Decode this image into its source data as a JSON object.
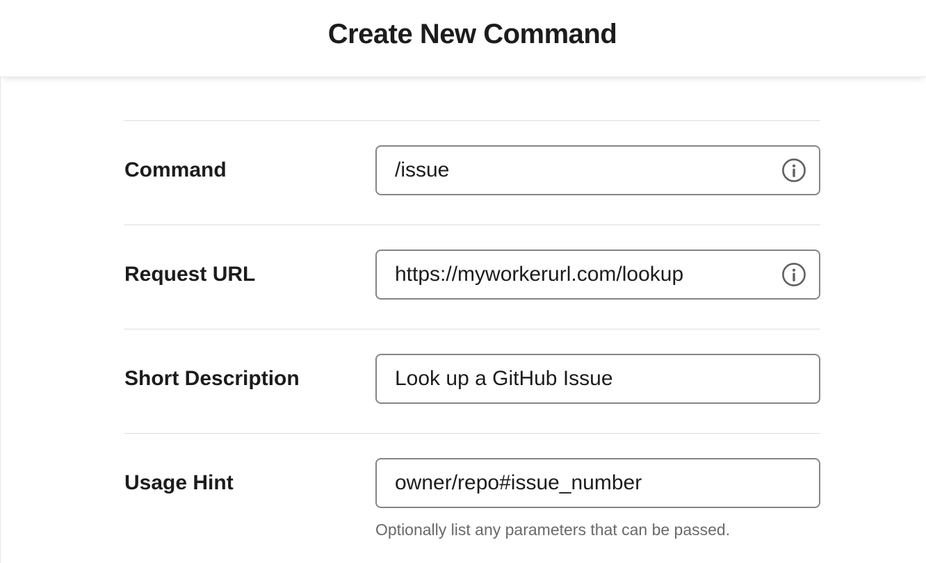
{
  "header": {
    "title": "Create New Command"
  },
  "form": {
    "fields": [
      {
        "label": "Command",
        "value": "/issue",
        "has_info": true
      },
      {
        "label": "Request URL",
        "value": "https://myworkerurl.com/lookup",
        "has_info": true
      },
      {
        "label": "Short Description",
        "value": "Look up a GitHub Issue",
        "has_info": false
      },
      {
        "label": "Usage Hint",
        "value": "owner/repo#issue_number",
        "has_info": false,
        "help": "Optionally list any parameters that can be passed."
      }
    ]
  },
  "icons": {
    "info": "info-circle-icon"
  },
  "colors": {
    "text": "#1d1c1d",
    "muted_text": "#696969",
    "divider": "#dcdcdc",
    "input_border": "#858585",
    "icon": "#616061",
    "background": "#ffffff"
  }
}
